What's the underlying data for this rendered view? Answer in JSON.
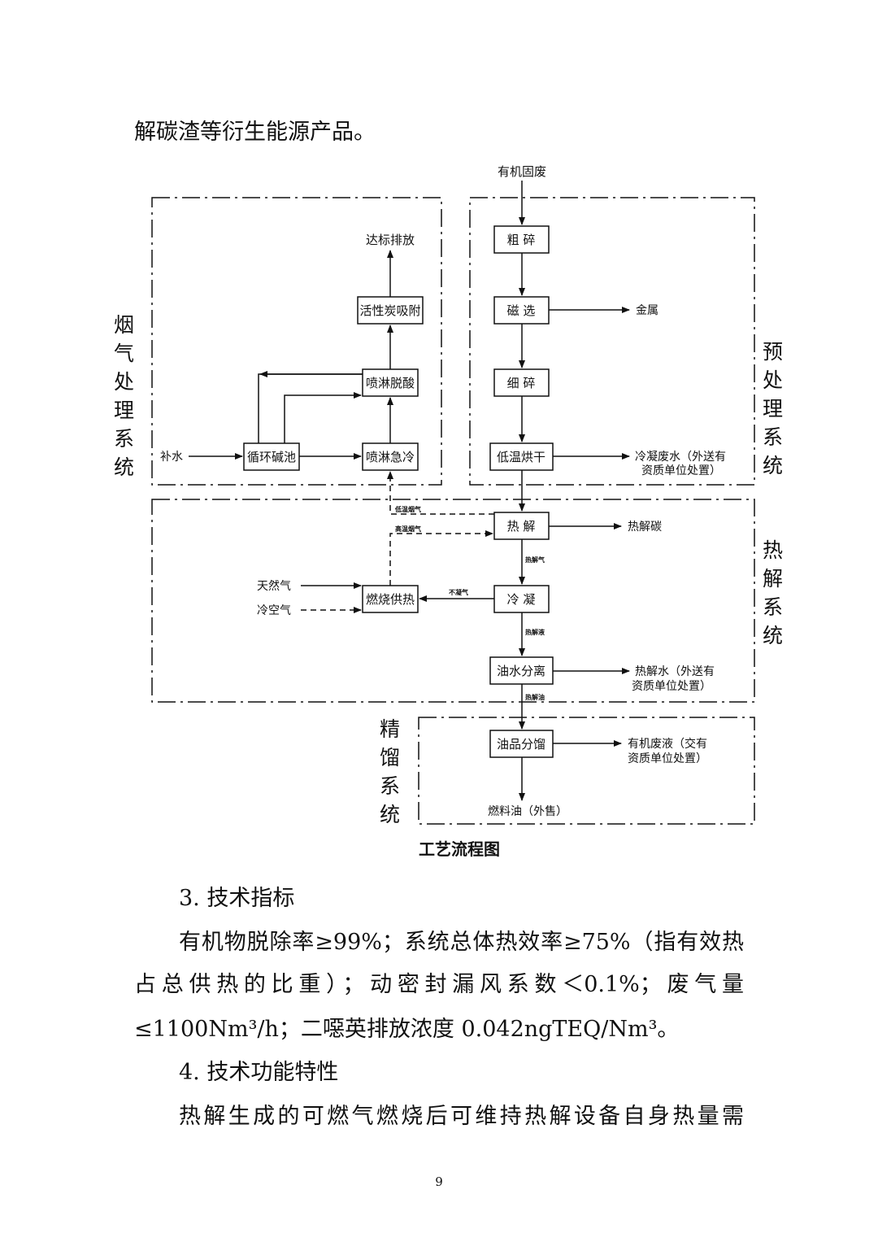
{
  "top_text": "解碳渣等衍生能源产品。",
  "diagram": {
    "caption": "工艺流程图",
    "input": "有机固废",
    "systems": {
      "flue_gas": [
        "烟",
        "气",
        "处",
        "理",
        "系",
        "统"
      ],
      "pretreatment": [
        "预",
        "处",
        "理",
        "系",
        "统"
      ],
      "pyrolysis": [
        "热",
        "解",
        "系",
        "统"
      ],
      "distillation": [
        "精",
        "馏",
        "系",
        "统"
      ]
    },
    "boxes": {
      "coarse_crush": "粗 碎",
      "magnetic_sep": "磁 选",
      "fine_crush": "细 碎",
      "low_temp_dry": "低温烘干",
      "pyrolysis": "热 解",
      "condense": "冷 凝",
      "oil_water_sep": "油水分离",
      "oil_fraction": "油品分馏",
      "combustion": "燃烧供热",
      "quench": "喷淋急冷",
      "deacid": "喷淋脱酸",
      "carbon_adsorb": "活性炭吸附",
      "alkali_pool": "循环碱池"
    },
    "outputs": {
      "metal": "金属",
      "cond_water_1": "冷凝废水（外送有",
      "cond_water_2": "资质单位处置）",
      "pyro_carbon": "热解碳",
      "pyro_water_1": "热解水（外送有",
      "pyro_water_2": "资质单位处置）",
      "org_waste_1": "有机废液（交有",
      "org_waste_2": "资质单位处置）",
      "fuel_oil": "燃料油（外售）",
      "emission": "达标排放"
    },
    "inputs_left": {
      "makeup_water": "补水",
      "natural_gas": "天然气",
      "cold_air": "冷空气"
    },
    "small_labels": {
      "low_temp_flue": "低温烟气",
      "high_temp_flue": "高温烟气",
      "pyro_gas": "热解气",
      "noncond_gas": "不凝气",
      "pyro_liquid": "热解液",
      "pyro_oil": "热解油"
    }
  },
  "paragraphs": {
    "h3": "3. 技术指标",
    "p3_line1": "有机物脱除率≥99%；系统总体热效率≥75%（指有效热",
    "p3_line2": "占总供热的比重）；动密封漏风系数＜0.1%；废气量",
    "p3_line3": "≤1100Nm³/h；二噁英排放浓度 0.042ngTEQ/Nm³。",
    "h4": "4. 技术功能特性",
    "p4_line1": "热解生成的可燃气燃烧后可维持热解设备自身热量需"
  },
  "page_number": "9"
}
